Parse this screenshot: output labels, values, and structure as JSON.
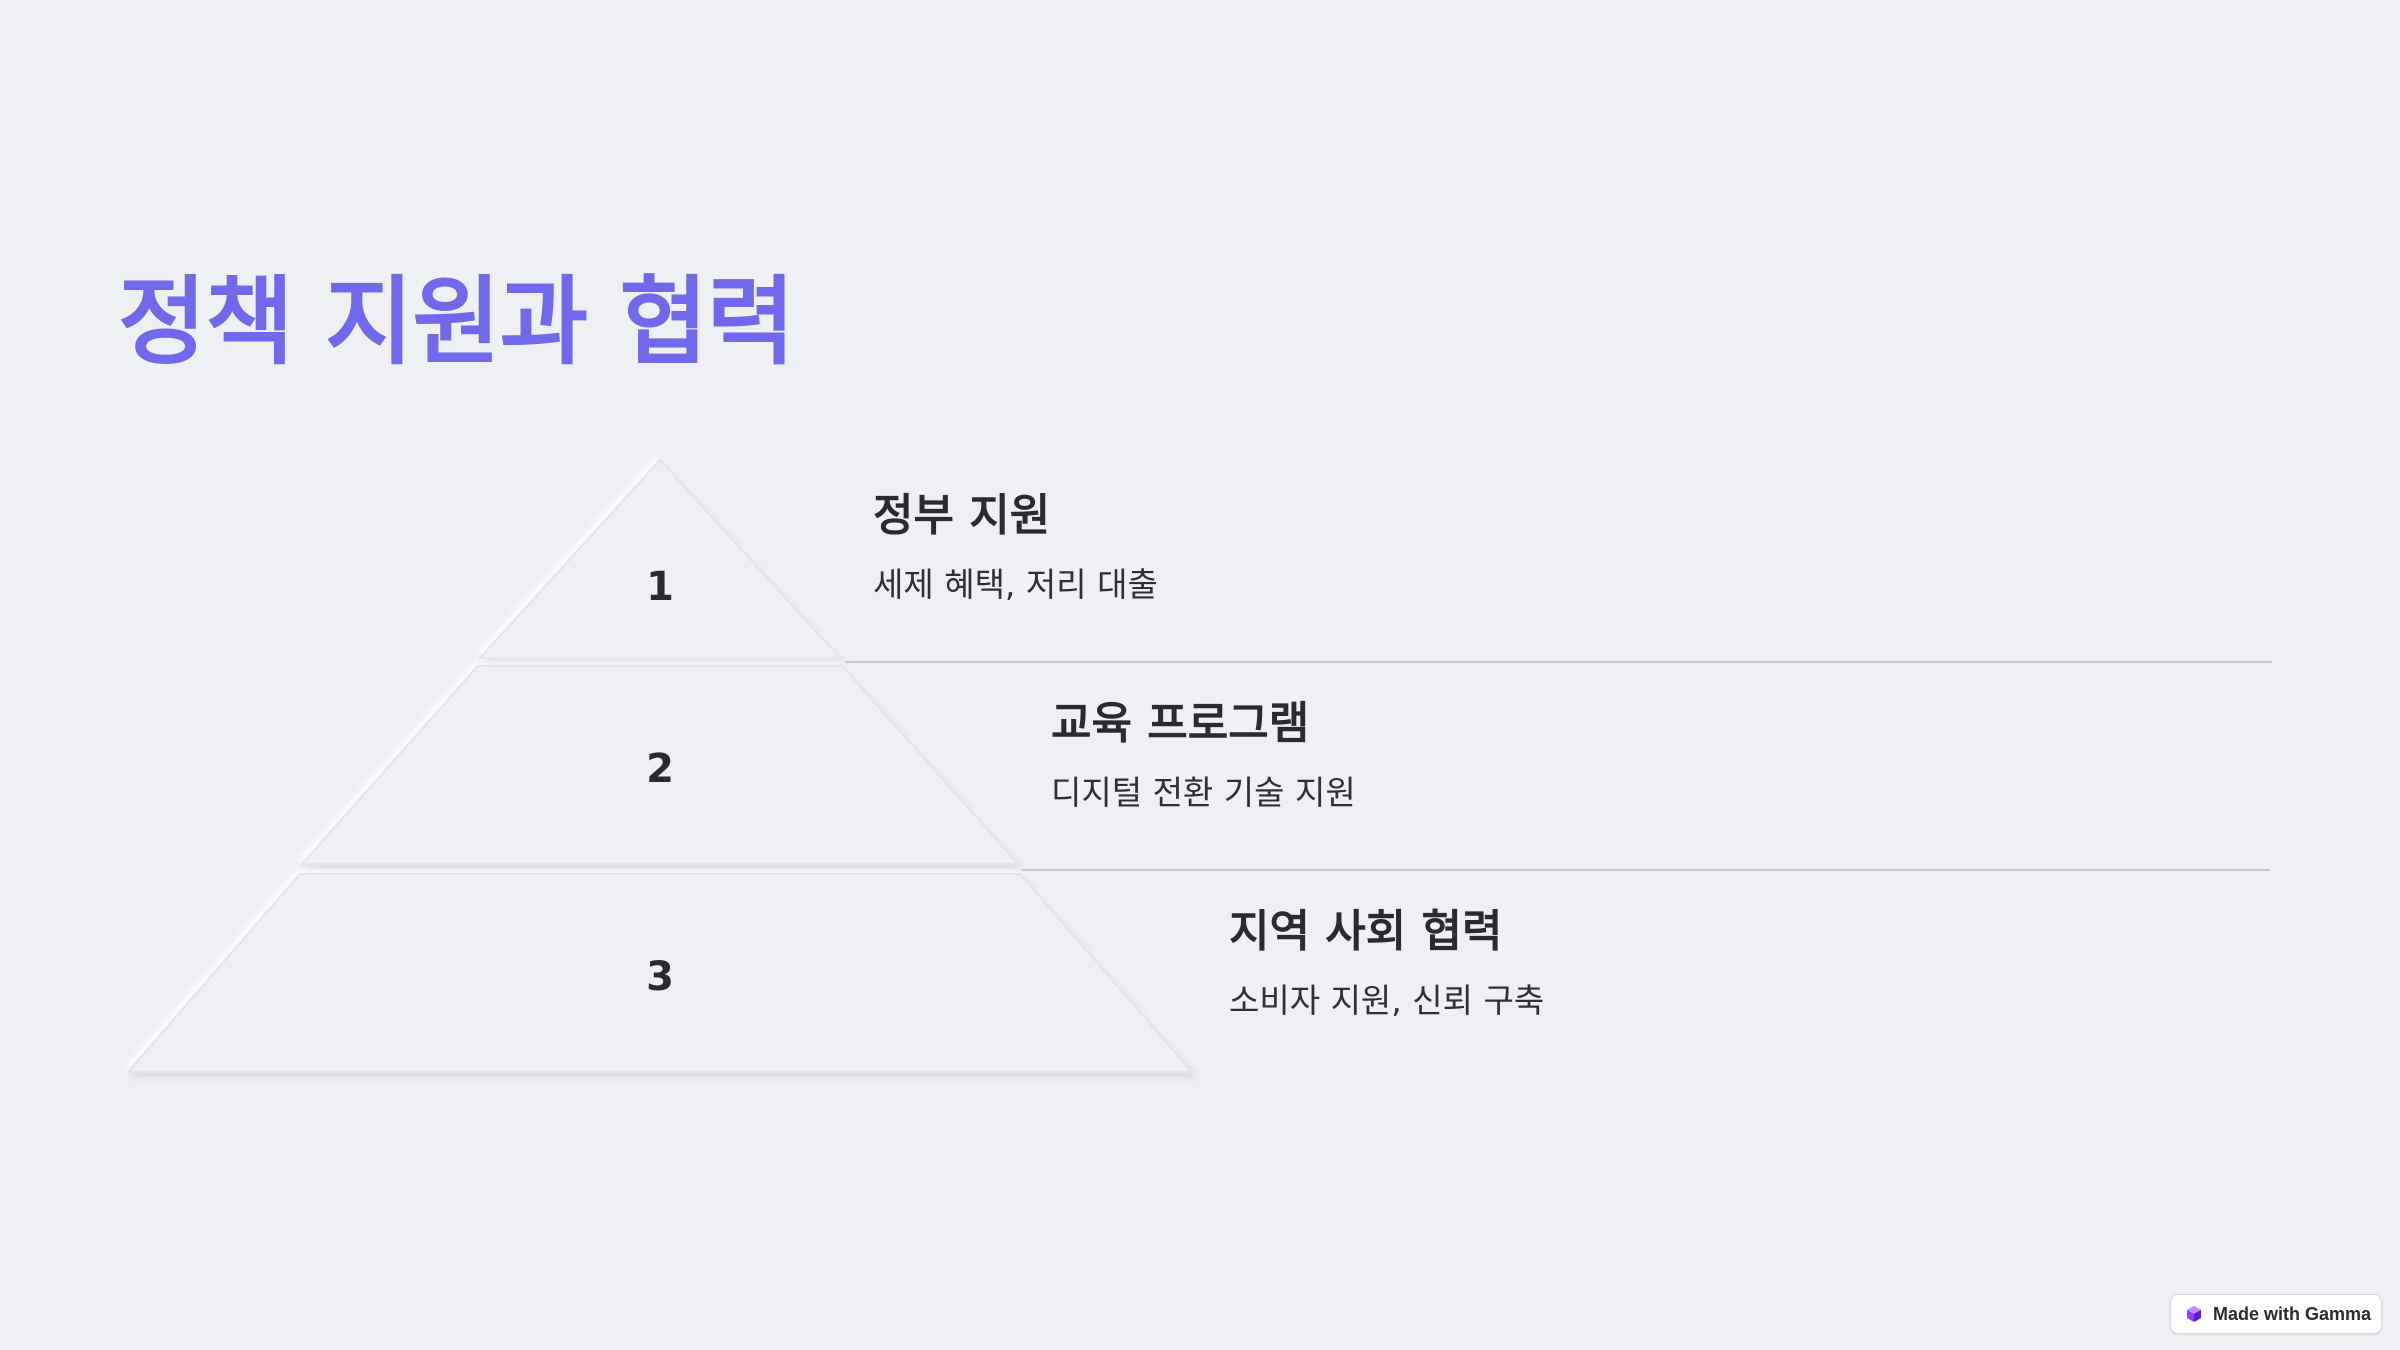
{
  "slide": {
    "title": "정책 지원과 협력"
  },
  "pyramid": {
    "tiers": [
      {
        "number": "1",
        "heading": "정부 지원",
        "description": "세제 혜택, 저리 대출"
      },
      {
        "number": "2",
        "heading": "교육 프로그램",
        "description": "디지털 전환 기술 지원"
      },
      {
        "number": "3",
        "heading": "지역 사회 협력",
        "description": "소비자 지원, 신뢰 구축"
      }
    ]
  },
  "badge": {
    "label": "Made with Gamma",
    "icon": "gamma-logo-icon"
  },
  "colors": {
    "background": "#eef0f4",
    "title": "#7168ec",
    "text": "#2a2a30",
    "separator": "#c5c7cc",
    "gamma_logo": "#8b3dff"
  }
}
